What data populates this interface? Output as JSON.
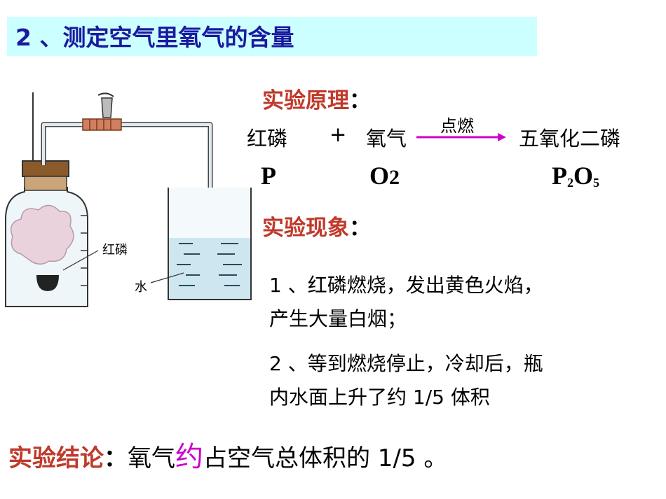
{
  "title": "2 、测定空气里氧气的含量",
  "principle": {
    "heading": "实验原理",
    "colon": "：",
    "reactant1": "红磷",
    "plus": "+",
    "reactant2": "氧气",
    "condition": "点燃",
    "product": "五氧化二磷",
    "formula1": "P",
    "formula2_main": "O",
    "formula2_sub": "2",
    "formula3_p": "P",
    "formula3_psub": "2",
    "formula3_o": "O",
    "formula3_osub": "5",
    "arrow_color": "#cc00cc"
  },
  "phenomenon": {
    "heading": "实验现象",
    "colon": "：",
    "item1_line1": "1 、红磷燃烧，发出黄色火焰，",
    "item1_line2": "产生大量白烟；",
    "item2_line1": "2 、等到燃烧停止，冷却后，瓶",
    "item2_line2": "内水面上升了约 1/5 体积"
  },
  "conclusion": {
    "label": "实验结论",
    "colon": "：",
    "text_a": "氧气",
    "highlight": "约",
    "text_b": "占空气总体积的 1/5 。"
  },
  "figure": {
    "label_phosphorus": "红磷",
    "label_water": "水"
  },
  "colors": {
    "title": "#1a1aa0",
    "title_bg": "#ccffff",
    "heading": "#c0392b",
    "highlight": "#cc00cc"
  }
}
